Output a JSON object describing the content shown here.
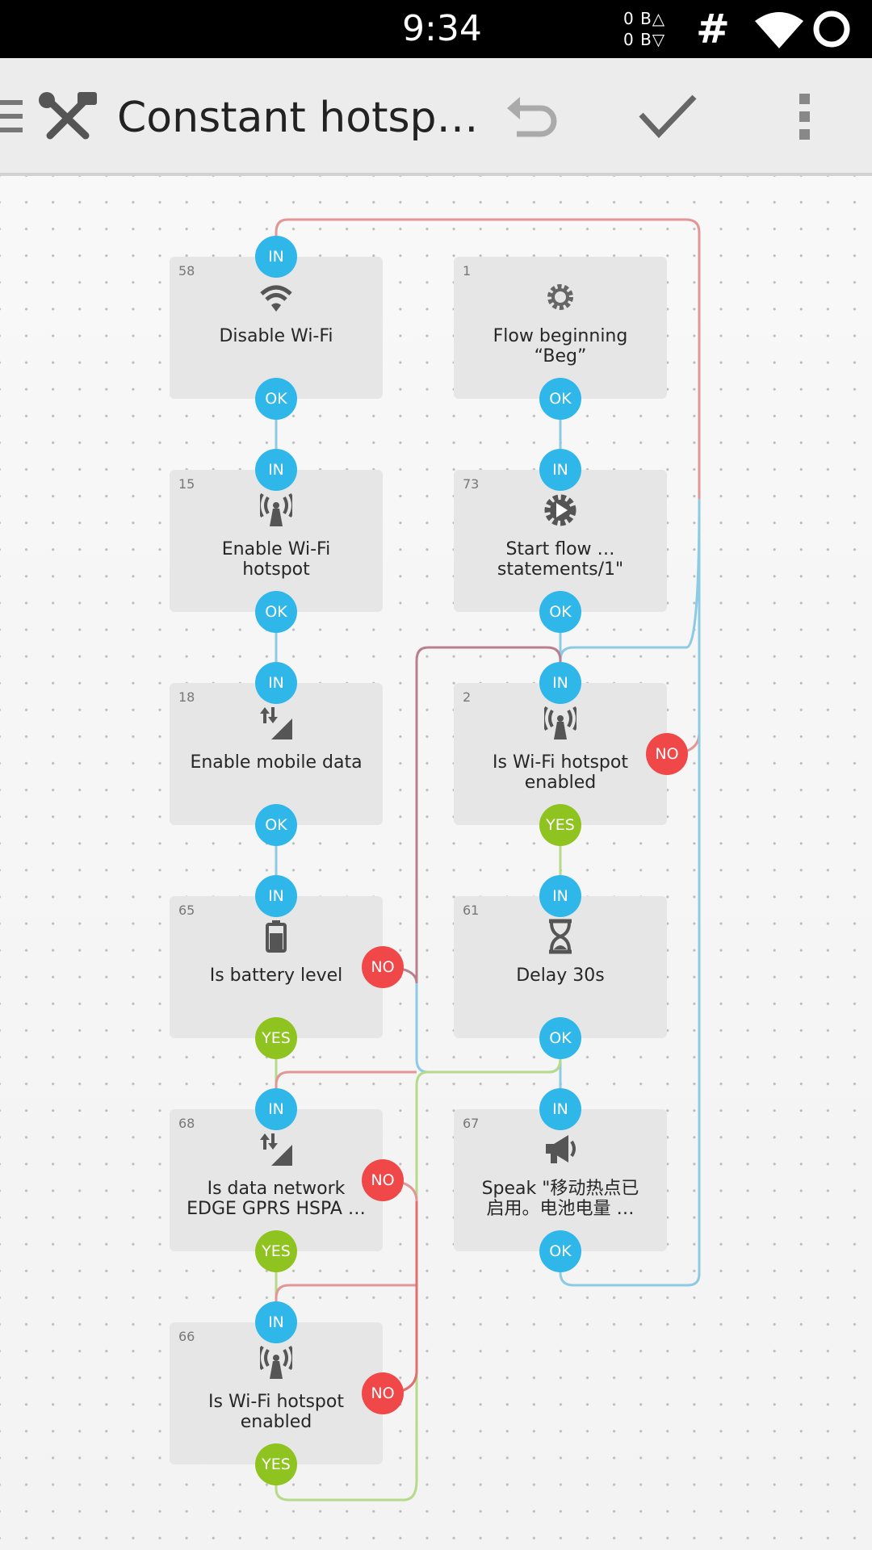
{
  "status_bar": {
    "time": "9:34",
    "upload": "0 B△",
    "download": "0 B▽",
    "icons": [
      "hash-icon",
      "wifi-signal-icon",
      "circle-icon"
    ]
  },
  "toolbar": {
    "title": "Constant hotsp…",
    "icons": [
      "menu-icon",
      "tools-icon",
      "undo-icon",
      "check-icon",
      "overflow-menu-icon"
    ]
  },
  "ports": {
    "in": "IN",
    "ok": "OK",
    "yes": "YES",
    "no": "NO"
  },
  "colors": {
    "port_blue": "#2fb7ea",
    "port_green": "#8fc31f",
    "port_red": "#f04848",
    "wire_blue": "#8ccbe3",
    "wire_red": "#e39696",
    "wire_green": "#b6d98a"
  },
  "blocks": [
    {
      "num": "58",
      "label": "Disable Wi-Fi",
      "icon": "wifi-icon",
      "outputs": [
        "ok"
      ]
    },
    {
      "num": "1",
      "label": "Flow beginning\n“Beg”",
      "icon": "gear-icon",
      "outputs": [
        "ok"
      ],
      "no_input": true
    },
    {
      "num": "15",
      "label": "Enable Wi-Fi\nhotspot",
      "icon": "hotspot-icon",
      "outputs": [
        "ok"
      ]
    },
    {
      "num": "73",
      "label": "Start flow …\nstatements/1\"",
      "icon": "gear-play-icon",
      "outputs": [
        "ok"
      ]
    },
    {
      "num": "18",
      "label": "Enable mobile data",
      "icon": "mobile-data-icon",
      "outputs": [
        "ok"
      ]
    },
    {
      "num": "2",
      "label": "Is Wi-Fi hotspot\nenabled",
      "icon": "hotspot-icon",
      "outputs": [
        "yes",
        "no"
      ]
    },
    {
      "num": "65",
      "label": "Is battery level",
      "icon": "battery-icon",
      "outputs": [
        "yes",
        "no"
      ]
    },
    {
      "num": "61",
      "label": "Delay 30s",
      "icon": "hourglass-icon",
      "outputs": [
        "ok"
      ]
    },
    {
      "num": "68",
      "label": "Is data network\nEDGE GPRS HSPA …",
      "icon": "mobile-data-icon",
      "outputs": [
        "yes",
        "no"
      ]
    },
    {
      "num": "67",
      "label": "Speak \"移动热点已\n启用。电池电量 …",
      "icon": "megaphone-icon",
      "outputs": [
        "ok"
      ]
    },
    {
      "num": "66",
      "label": "Is Wi-Fi hotspot\nenabled",
      "icon": "hotspot-icon",
      "outputs": [
        "yes",
        "no"
      ]
    }
  ]
}
